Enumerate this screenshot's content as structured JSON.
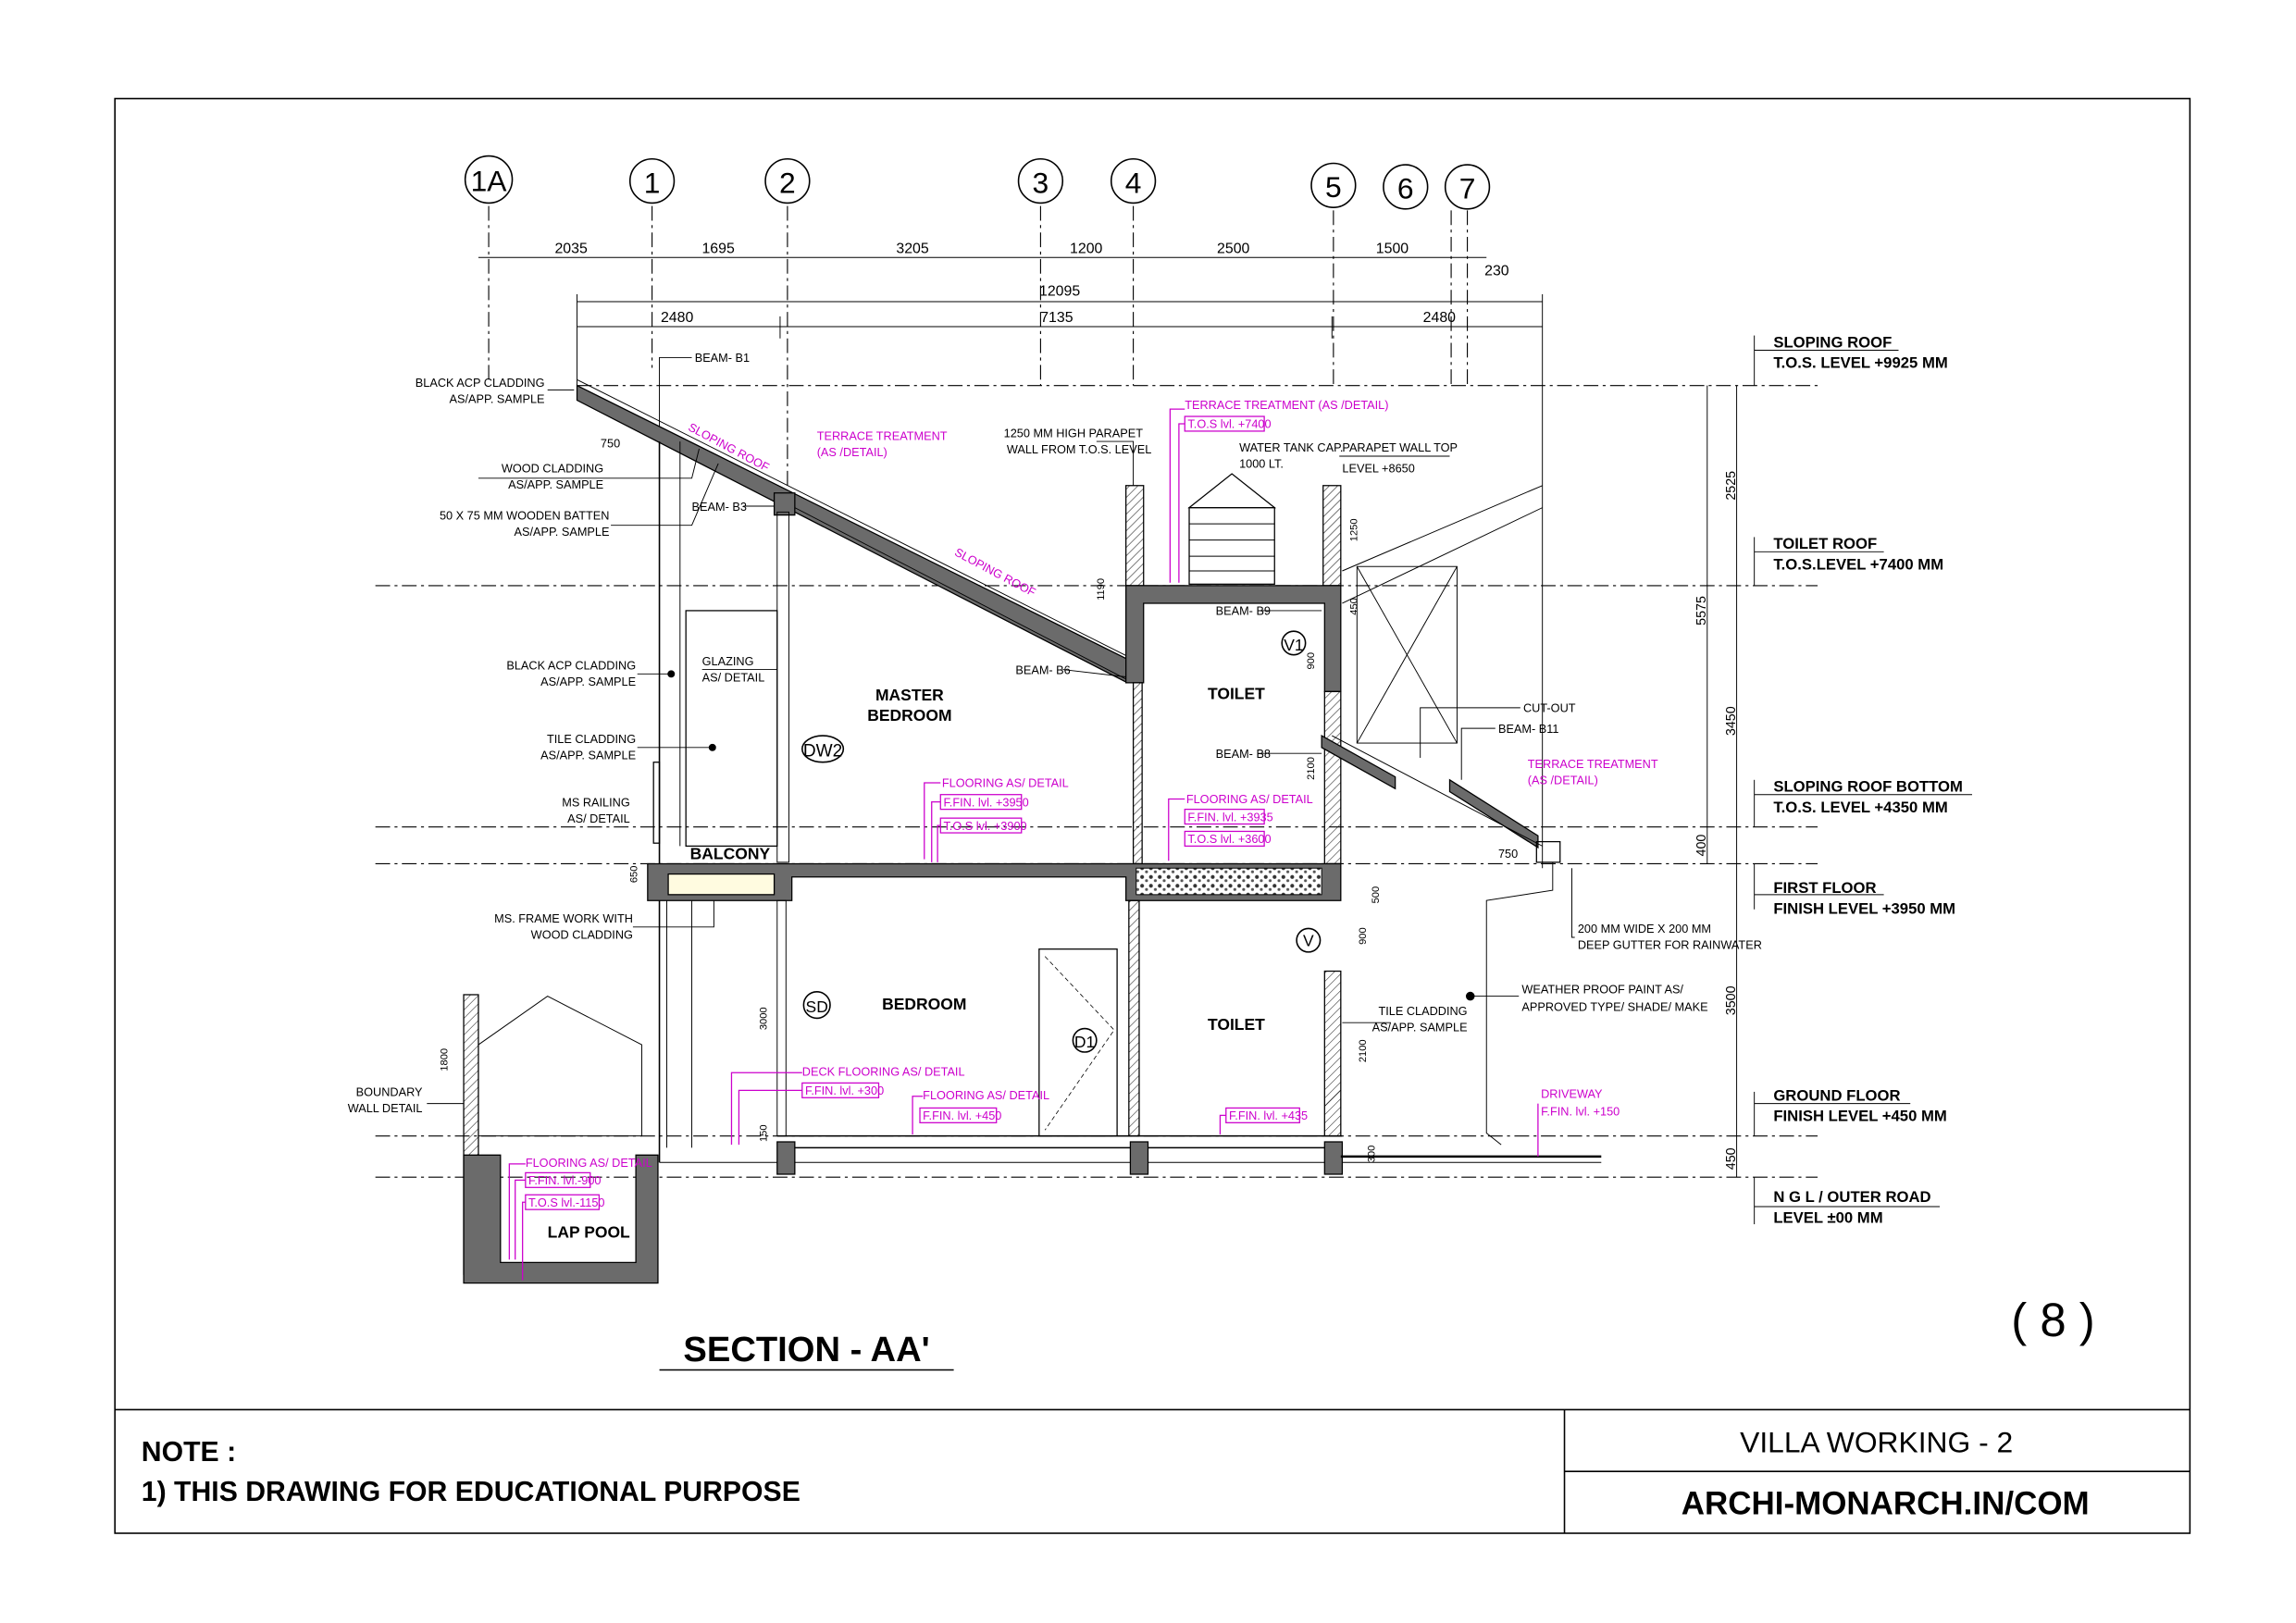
{
  "drawing": {
    "title": "SECTION  -  AA'",
    "sheet_number": "( 8 )",
    "grid_bubbles": [
      "1A",
      "1",
      "2",
      "3",
      "4",
      "5",
      "6",
      "7"
    ],
    "grid_dimensions": [
      "2035",
      "1695",
      "3205",
      "1200",
      "2500",
      "1500",
      "230"
    ],
    "overall_dimension": "12095",
    "sub_dimensions": [
      "2480",
      "7135",
      "2480"
    ],
    "rooms": {
      "master_bedroom_1": "MASTER",
      "master_bedroom_2": "BEDROOM",
      "toilet_upper": "TOILET",
      "bedroom": "BEDROOM",
      "toilet_lower": "TOILET",
      "balcony": "BALCONY",
      "lap_pool": "LAP POOL"
    },
    "tags": {
      "dw2": "DW2",
      "v1": "V1",
      "sd": "SD",
      "d1": "D1",
      "v": "V"
    },
    "notes_black": {
      "acp1_a": "BLACK ACP CLADDING",
      "acp1_b": "AS/APP. SAMPLE",
      "beam_b1": "BEAM- B1",
      "wood_a": "WOOD CLADDING",
      "wood_b": "AS/APP. SAMPLE",
      "batten_a": "50 X 75 MM WOODEN BATTEN",
      "batten_b": "AS/APP. SAMPLE",
      "beam_b3": "BEAM- B3",
      "dim750": "750",
      "acp2_a": "BLACK ACP CLADDING",
      "acp2_b": "AS/APP. SAMPLE",
      "tile_a": "TILE CLADDING",
      "tile_b": "AS/APP. SAMPLE",
      "rail_a": "MS RAILING",
      "rail_b": "AS/ DETAIL",
      "glazing_a": "GLAZING",
      "glazing_b": "AS/ DETAIL",
      "beam_b6": "BEAM- B6",
      "parapet_a": "1250 MM HIGH PARAPET",
      "parapet_b": "WALL FROM T.O.S. LEVEL",
      "tank_a": "WATER TANK CAP.",
      "tank_b": "1000 LT.",
      "ptop_a": "PARAPET WALL TOP",
      "ptop_b": "LEVEL +8650",
      "beam_b9": "BEAM- B9",
      "beam_b8": "BEAM- B8",
      "cutout": "CUT-OUT",
      "beam_b11": "BEAM- B11",
      "ms_frame_a": "MS. FRAME WORK WITH",
      "ms_frame_b": "WOOD CLADDING",
      "boundary_a": "BOUNDARY",
      "boundary_b": "WALL DETAIL",
      "tile2_a": "TILE CLADDING",
      "tile2_b": "AS/APP. SAMPLE",
      "paint_a": "WEATHER PROOF  PAINT AS/",
      "paint_b": "APPROVED TYPE/ SHADE/ MAKE",
      "gutter_a": "200 MM WIDE X 200 MM",
      "gutter_b": "DEEP GUTTER FOR RAINWATER",
      "dim750b": "750"
    },
    "notes_magenta": {
      "sloping1": "SLOPING ROOF",
      "sloping2": "SLOPING ROOF",
      "terrace1_a": "TERRACE TREATMENT",
      "terrace1_b": "(AS /DETAIL)",
      "terrace2": "TERRACE TREATMENT (AS /DETAIL)",
      "terrace2_tos": "T.O.S lvl. +7400",
      "floor1": "FLOORING AS/ DETAIL",
      "floor1_ffl": "F.FIN. lvl. +3950",
      "floor1_tos": "T.O.S lvl. +3900",
      "floor2": "FLOORING AS/ DETAIL",
      "floor2_ffl": "F.FIN. lvl. +3935",
      "floor2_tos": "T.O.S lvl. +3600",
      "terrace3_a": "TERRACE TREATMENT",
      "terrace3_b": "(AS /DETAIL)",
      "deck": "DECK FLOORING AS/ DETAIL",
      "deck_ffl": "F.FIN. lvl. +300",
      "floor3": "FLOORING AS/ DETAIL",
      "floor3_ffl": "F.FIN. lvl. +450",
      "toilet_ffl": "F.FIN. lvl. +435",
      "driveway": "DRIVEWAY",
      "driveway_ffl": "F.FIN. lvl. +150",
      "pool": "FLOORING AS/ DETAIL",
      "pool_ffl": "F.FIN. lvl.-900",
      "pool_tos": "T.O.S lvl.-1150"
    },
    "vertical_dims": [
      "1190",
      "1250",
      "450",
      "900",
      "2100",
      "500",
      "900",
      "2100",
      "300",
      "650",
      "3000",
      "150",
      "1800"
    ],
    "right_dims": [
      "2525",
      "3450",
      "400",
      "5575",
      "3500",
      "450"
    ],
    "levels": [
      {
        "name": "SLOPING ROOF",
        "value": "T.O.S. LEVEL +9925 MM"
      },
      {
        "name": "TOILET ROOF",
        "value": "T.O.S.LEVEL +7400 MM"
      },
      {
        "name": "SLOPING ROOF BOTTOM",
        "value": "T.O.S. LEVEL +4350 MM"
      },
      {
        "name": "FIRST FLOOR",
        "value": "FINISH LEVEL +3950 MM"
      },
      {
        "name": "GROUND FLOOR",
        "value": "FINISH LEVEL +450 MM"
      },
      {
        "name": "N G L / OUTER ROAD",
        "value": "LEVEL ±00 MM"
      }
    ]
  },
  "title_block": {
    "note_heading": "NOTE :",
    "note_text": "1) THIS DRAWING FOR EDUCATIONAL PURPOSE",
    "project": "VILLA WORKING - 2",
    "website": "ARCHI-MONARCH.IN/COM"
  },
  "colors": {
    "annotation": "#cc00cc",
    "concrete": "#6b6b6b"
  }
}
